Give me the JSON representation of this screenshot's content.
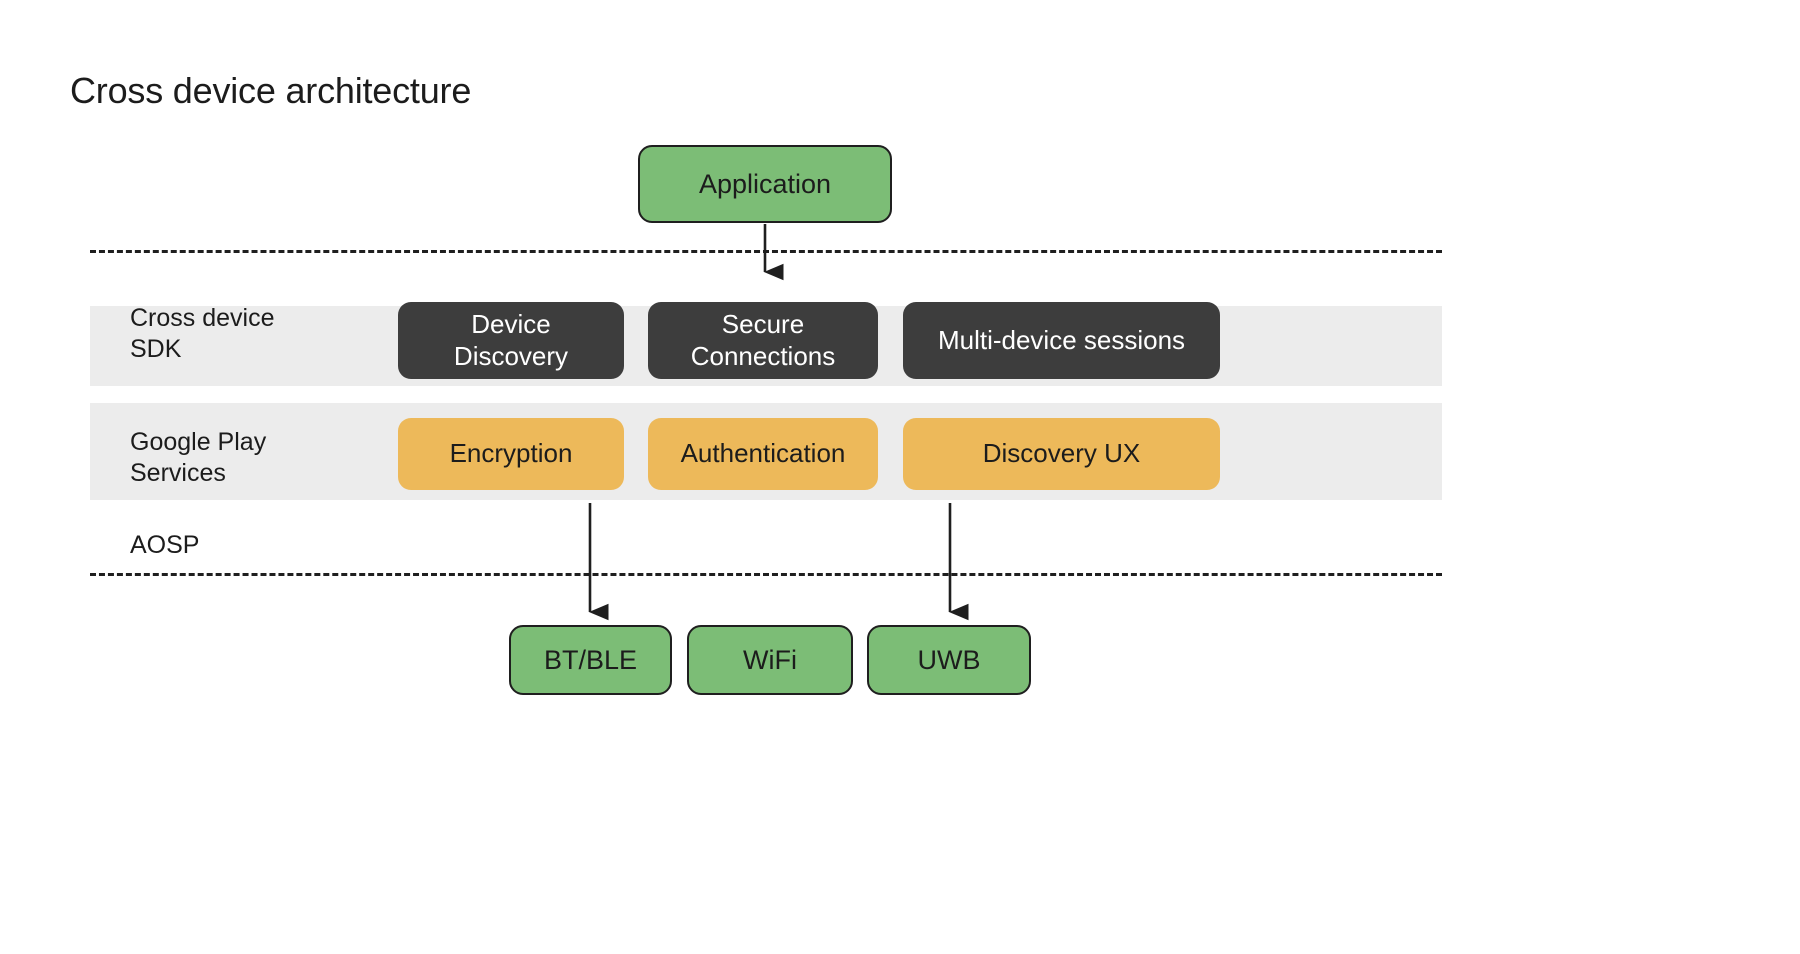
{
  "page": {
    "title": "Cross device architecture",
    "background_color": "#ffffff"
  },
  "colors": {
    "green": "#7cbd76",
    "dark": "#3d3d3d",
    "orange": "#edb95a",
    "band_gray": "#ececec",
    "outline": "#1f1f1f",
    "text_dark": "#1c1c1c",
    "text_light": "#ffffff"
  },
  "diagram": {
    "type": "layered-architecture",
    "top_node": {
      "label": "Application",
      "style": "green"
    },
    "layers": [
      {
        "name": "cross-device-sdk",
        "label": "Cross device\nSDK",
        "style": "dark",
        "nodes": [
          {
            "label": "Device\nDiscovery"
          },
          {
            "label": "Secure\nConnections"
          },
          {
            "label": "Multi-device sessions"
          }
        ]
      },
      {
        "name": "google-play-services",
        "label": "Google Play\nServices",
        "style": "orange",
        "nodes": [
          {
            "label": "Encryption"
          },
          {
            "label": "Authentication"
          },
          {
            "label": "Discovery UX"
          }
        ]
      },
      {
        "name": "aosp",
        "label": "AOSP",
        "style": "plain",
        "nodes": []
      }
    ],
    "transports": [
      {
        "label": "BT/BLE",
        "style": "green"
      },
      {
        "label": "WiFi",
        "style": "green"
      },
      {
        "label": "UWB",
        "style": "green"
      }
    ],
    "connectors": [
      {
        "name": "application-to-sdk",
        "from": "Application",
        "to": "Secure Connections",
        "direction": "down"
      },
      {
        "name": "encryption-to-btble",
        "from": "Encryption",
        "to": "BT/BLE",
        "direction": "down"
      },
      {
        "name": "discovery-ux-to-uwb",
        "from": "Discovery UX",
        "to": "UWB",
        "direction": "down"
      }
    ],
    "separators": [
      {
        "name": "app-boundary",
        "style": "dashed"
      },
      {
        "name": "aosp-boundary",
        "style": "dashed"
      }
    ]
  }
}
